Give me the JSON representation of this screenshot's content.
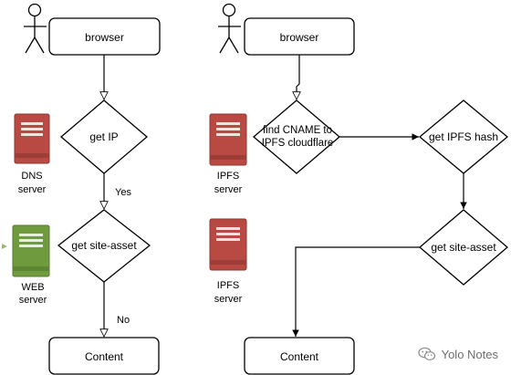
{
  "left_flow": {
    "browser_label": "browser",
    "decision1_label": "get IP",
    "edge_yes_label": "Yes",
    "decision2_label": "get site-asset",
    "edge_no_label": "No",
    "content_label": "Content",
    "dns_server_label_line1": "DNS",
    "dns_server_label_line2": "server",
    "web_server_label_line1": "WEB",
    "web_server_label_line2": "server"
  },
  "right_flow": {
    "browser_label": "browser",
    "decision1_label_line1": "find CNAME to",
    "decision1_label_line2": "IPFS cloudflare",
    "decision2_label": "get IPFS hash",
    "decision3_label": "get site-asset",
    "content_label": "Content",
    "ipfs_server1_label_line1": "IPFS",
    "ipfs_server1_label_line2": "server",
    "ipfs_server2_label_line1": "IPFS",
    "ipfs_server2_label_line2": "server"
  },
  "colors": {
    "server_red": "#b94a43",
    "server_green": "#6f9a3d",
    "stroke": "#000000"
  },
  "icons": {
    "actor": "stick-figure-icon",
    "server": "server-rack-icon",
    "watermark": "wechat-icon"
  },
  "watermark": {
    "text": "Yolo Notes"
  }
}
